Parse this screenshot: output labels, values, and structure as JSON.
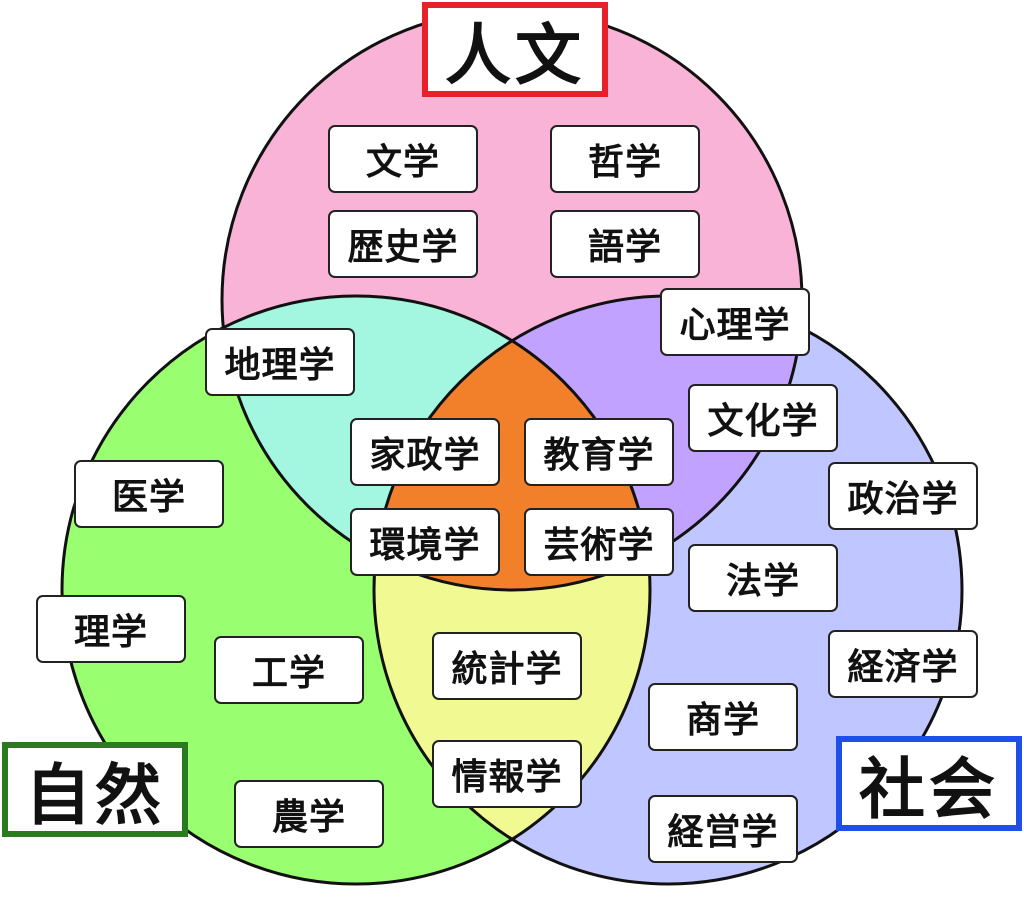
{
  "categories": {
    "humanities": {
      "label": "人文",
      "color": "#e8202a",
      "fill": "#f9b3d6"
    },
    "nature": {
      "label": "自然",
      "color": "#2b7a1f",
      "fill": "#99ff70"
    },
    "society": {
      "label": "社会",
      "color": "#1f4fe8",
      "fill": "#c0c6ff"
    }
  },
  "overlap_colors": {
    "humanities_nature": "#a3f7e0",
    "humanities_society": "#c1a3ff",
    "nature_society": "#f1f993",
    "all": "#f2802a"
  },
  "fields": {
    "literature": "文学",
    "philosophy": "哲学",
    "history": "歴史学",
    "linguistics": "語学",
    "psychology": "心理学",
    "geography": "地理学",
    "cultural_studies": "文化学",
    "home_economics": "家政学",
    "education": "教育学",
    "medicine": "医学",
    "politics": "政治学",
    "environmental_studies": "環境学",
    "arts": "芸術学",
    "law": "法学",
    "science": "理学",
    "engineering": "工学",
    "statistics": "統計学",
    "economics": "経済学",
    "commerce": "商学",
    "informatics": "情報学",
    "agriculture": "農学",
    "management": "経営学"
  }
}
